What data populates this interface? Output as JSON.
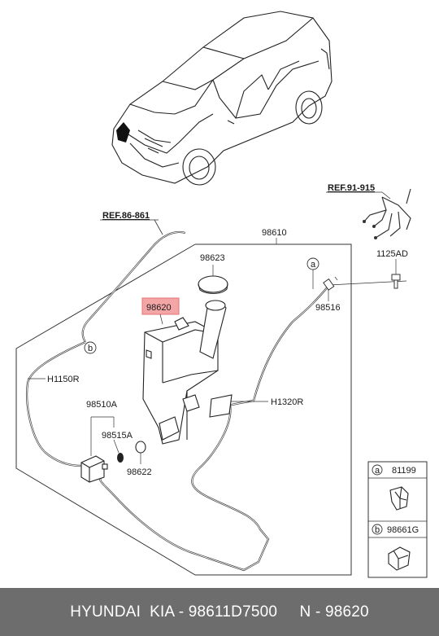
{
  "diagram": {
    "refs": {
      "ref_86": "REF.86-861",
      "ref_91": "REF.91-915"
    },
    "parts": {
      "p98610": "98610",
      "p98623": "98623",
      "p98620": "98620",
      "p98516": "98516",
      "p1125AD": "1125AD",
      "pH1150R": "H1150R",
      "pH1320R": "H1320R",
      "p98510A": "98510A",
      "p98515A": "98515A",
      "p98622": "98622"
    },
    "callouts": {
      "a": "a",
      "b": "b"
    },
    "legend": [
      {
        "marker": "a",
        "code": "81199"
      },
      {
        "marker": "b",
        "code": "98661G"
      }
    ],
    "colors": {
      "highlight": "#f4a6a6",
      "highlight_border": "#e57373",
      "footer_bg": "#6d6d6d"
    }
  },
  "footer": {
    "text": "HYUNDAI  KIA - 98611D7500     N - 98620"
  }
}
